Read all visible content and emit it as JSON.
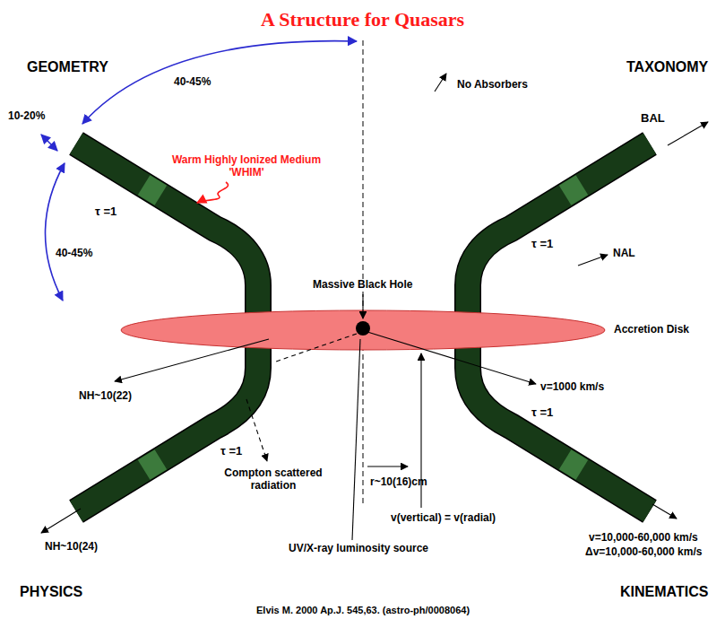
{
  "diagram": {
    "title": "A Structure for Quasars",
    "caption": "Elvis M. 2000 Ap.J. 545,63. (astro-ph/0008064)",
    "labels": [
      "GEOMETRY",
      "TAXONOMY",
      "40-45%",
      "10-20%",
      "No Absorbers",
      "Warm Highly Ionized Medium 'WHIM'",
      "BAL",
      "40-45%",
      "τ =1",
      "τ =1",
      "NAL",
      "Massive Black Hole",
      "Accretion Disk",
      "NH~10(22)",
      "v=1000 km/s",
      "τ =1",
      "τ =1",
      "Compton scattered radiation",
      "NH~10(24)",
      "r~10(16)cm",
      "v(vertical) = v(radial)",
      "v=10,000-60,000 km/s",
      "Δv=10,000-60,000 km/s",
      "UV/X-ray luminosity source",
      "PHYSICS",
      "KINEMATICS"
    ]
  }
}
